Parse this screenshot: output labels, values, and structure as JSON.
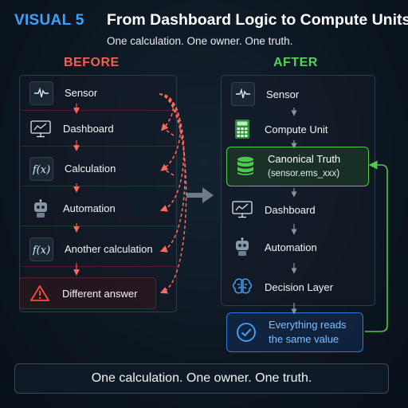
{
  "header": {
    "badge": "VISUAL 5",
    "title": "From Dashboard Logic to Compute Units",
    "subtitle": "One calculation. One owner. One truth."
  },
  "before": {
    "title": "BEFORE",
    "items": [
      {
        "label": "Sensor",
        "icon": "sensor-wave-icon"
      },
      {
        "label": "Dashboard",
        "icon": "monitor-chart-icon"
      },
      {
        "label": "Calculation",
        "icon": "function-icon"
      },
      {
        "label": "Automation",
        "icon": "robot-icon"
      },
      {
        "label": "Another calculation",
        "icon": "function-icon"
      },
      {
        "label": "Different answer",
        "icon": "warning-icon"
      }
    ]
  },
  "after": {
    "title": "AFTER",
    "items": [
      {
        "label": "Sensor",
        "icon": "sensor-wave-icon"
      },
      {
        "label": "Compute Unit",
        "icon": "calculator-icon"
      },
      {
        "label": "Canonical Truth",
        "sublabel": "(sensor.ems_xxx)",
        "icon": "database-icon"
      },
      {
        "label": "Dashboard",
        "icon": "monitor-chart-icon"
      },
      {
        "label": "Automation",
        "icon": "robot-icon"
      },
      {
        "label": "Decision Layer",
        "icon": "brain-icon"
      }
    ],
    "result": {
      "line1": "Everything reads",
      "line2": "the same value",
      "icon": "check-circle-icon"
    }
  },
  "footer": {
    "text": "One calculation. One owner. One truth."
  },
  "colors": {
    "before": "#ff5c4a",
    "after": "#52d152",
    "accent": "#3aa3ff",
    "reads": "#7cc0ff"
  }
}
